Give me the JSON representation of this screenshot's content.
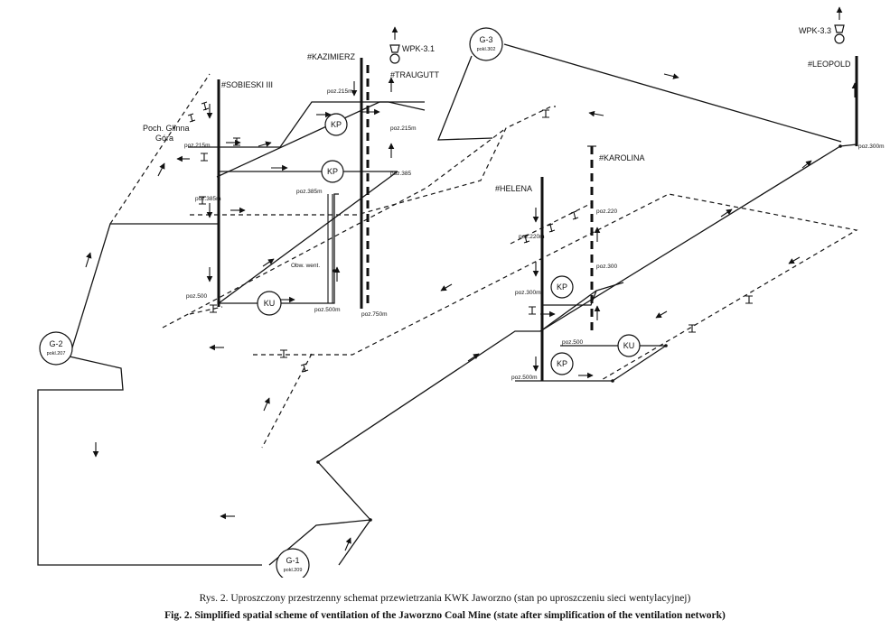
{
  "shafts": {
    "sobieski": "#SOBIESKI III",
    "kazimierz": "#KAZIMIERZ",
    "traugutt": "#TRAUGUTT",
    "helena": "#HELENA",
    "karolina": "#KAROLINA",
    "leopold": "#LEOPOLD"
  },
  "fans": {
    "wpk31": "WPK-3.1",
    "wpk33": "WPK-3.3"
  },
  "places": {
    "glinna_1": "Poch. Glinna",
    "glinna_2": "Góra",
    "obw": "Obw. went."
  },
  "levels": {
    "l1": "poz.215m",
    "l2": "poz.215m",
    "l3": "poz.215m",
    "l4": "poz.385",
    "l5": "poz.385m",
    "l6": "poz.385m",
    "l7": "poz.500",
    "l8": "poz.500m",
    "l9": "poz.750m",
    "l10": "poz.220m",
    "l11": "poz.220",
    "l12": "poz.300",
    "l13": "poz.300m",
    "l14": "poz.500",
    "l15": "poz.500m",
    "l16": "poz.300m"
  },
  "nodes": {
    "kp1": "KP",
    "kp2": "KP",
    "ku1": "KU",
    "kp3": "KP",
    "kp4": "KP",
    "ku2": "KU",
    "g1": "G-1",
    "g1_sub": "pokl.209",
    "g2": "G-2",
    "g2_sub": "pokl.207",
    "g3": "G-3",
    "g3_sub": "pokl.302"
  },
  "caption": {
    "pl": "Rys. 2. Uproszczony przestrzenny schemat przewietrzania KWK Jaworzno (stan po uproszczeniu sieci wentylacyjnej)",
    "en": "Fig. 2. Simplified spatial scheme of ventilation of the Jaworzno Coal Mine (state after simplification of the ventilation network)"
  }
}
